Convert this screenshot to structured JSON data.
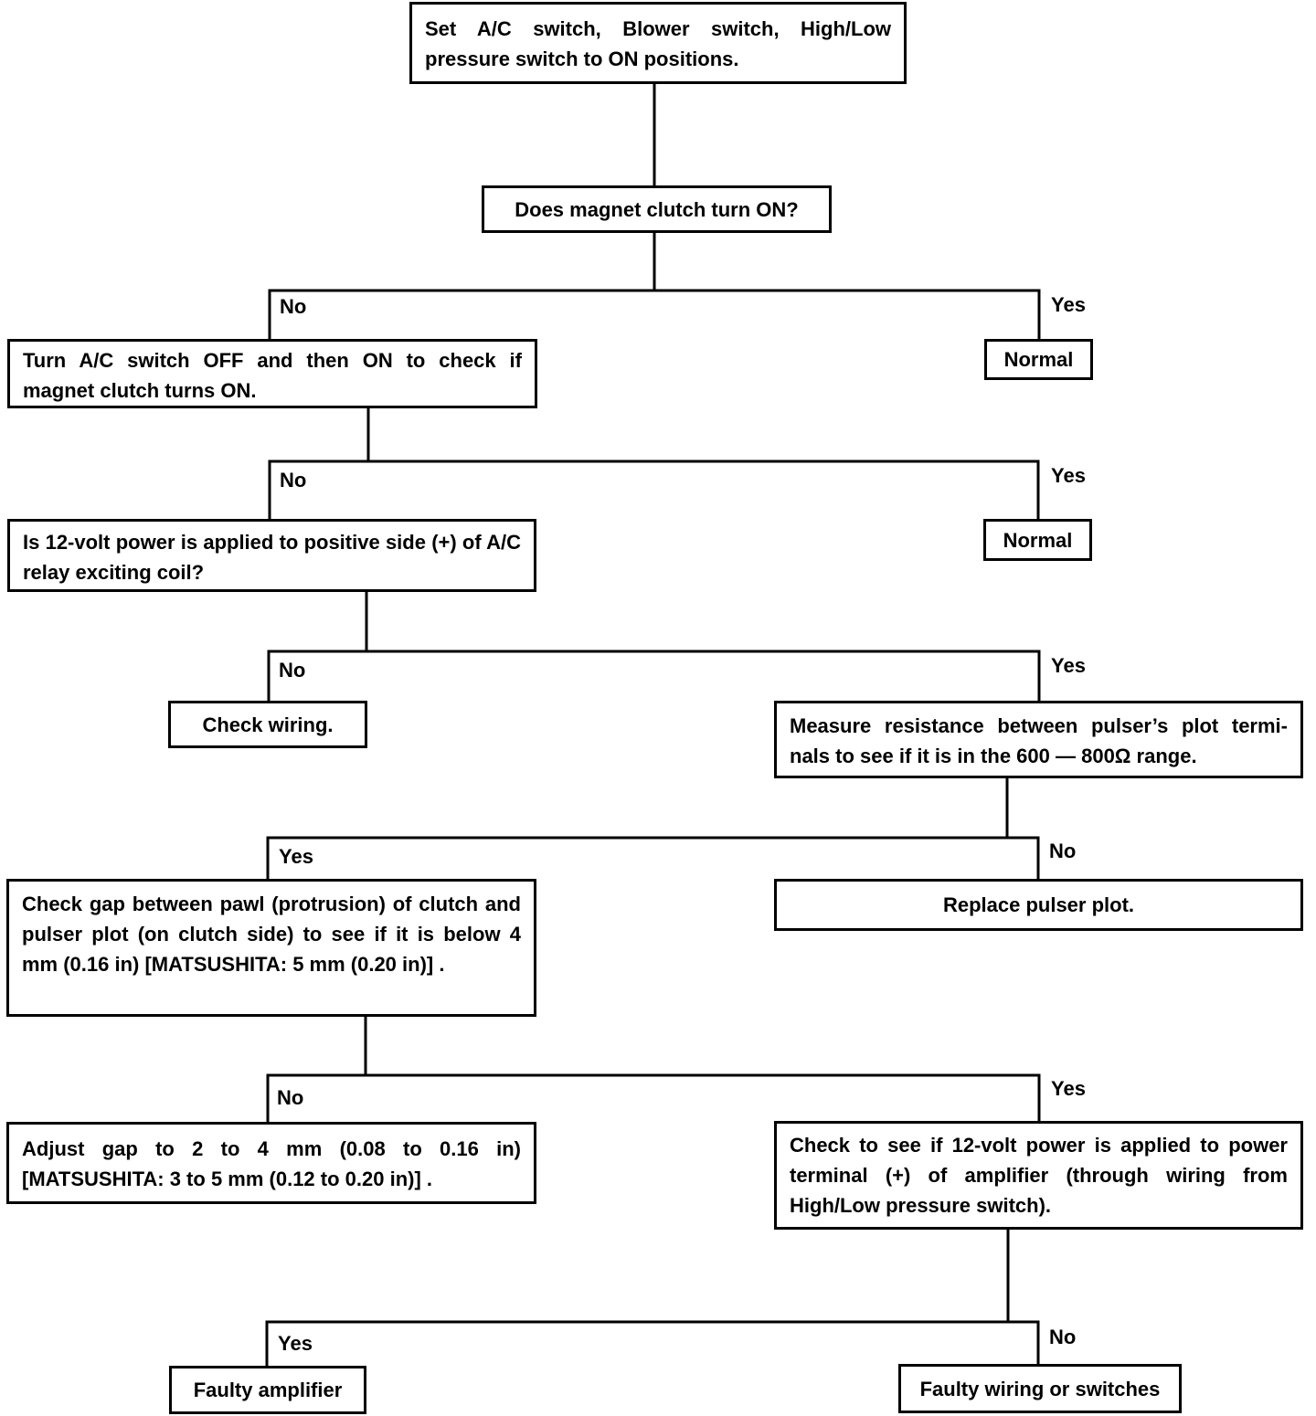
{
  "nodes": {
    "start": "Set A/C switch, Blower switch, High/Low pressure switch to ON positions.",
    "q_clutch": "Does magnet clutch turn ON?",
    "normal_1": "Normal",
    "toggle_ac": "Turn A/C switch OFF and then ON to check if magnet clutch turns ON.",
    "normal_2": "Normal",
    "q_12v_relay": "Is 12-volt power is applied to positive side (+) of A/C relay exciting coil?",
    "check_wiring": "Check wiring.",
    "measure_resistance": "Measure resistance between pulser’s plot termi-nals to see if it is in the 600 — 800Ω range.",
    "check_gap": "Check gap between pawl (protrusion) of clutch and pulser plot (on clutch side) to see if it is below 4 mm (0.16 in) [MATSUSHITA: 5 mm (0.20 in)] .",
    "replace_pulser": "Replace pulser plot.",
    "adjust_gap": "Adjust gap to 2 to 4 mm (0.08 to 0.16 in) [MATSUSHITA: 3 to 5 mm (0.12 to 0.20 in)] .",
    "check_12v_amp": "Check to see if 12-volt power is applied to power terminal (+) of amplifier (through wiring from High/Low pressure switch).",
    "faulty_amp": "Faulty amplifier",
    "faulty_wiring": "Faulty wiring or switches"
  },
  "edge_labels": {
    "q_clutch_no": "No",
    "q_clutch_yes": "Yes",
    "toggle_no": "No",
    "toggle_yes": "Yes",
    "relay_no": "No",
    "relay_yes": "Yes",
    "resistance_yes": "Yes",
    "resistance_no": "No",
    "gap_no": "No",
    "gap_yes": "Yes",
    "amp_yes": "Yes",
    "amp_no": "No"
  }
}
